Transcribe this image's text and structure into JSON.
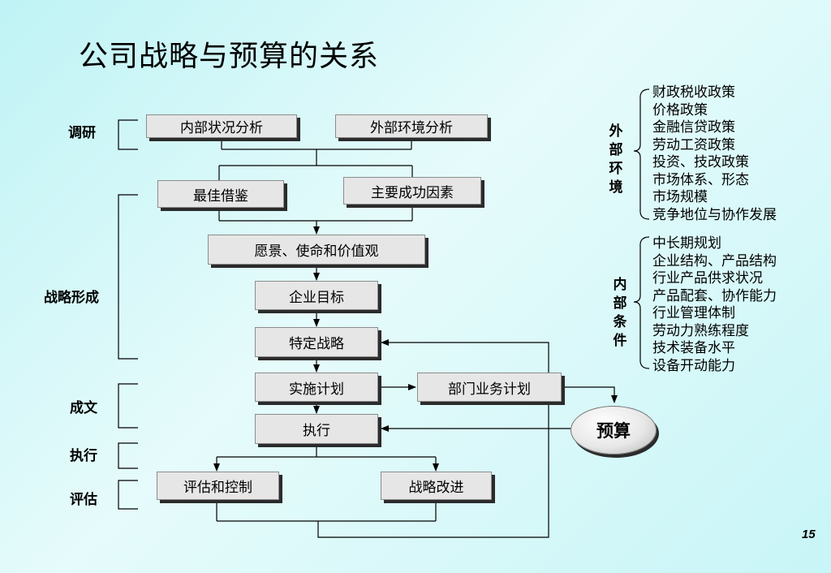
{
  "title": "公司战略与预算的关系",
  "stages": {
    "research": "调研",
    "formation": "战略形成",
    "writing": "成文",
    "execution": "执行",
    "evaluation": "评估"
  },
  "boxes": {
    "internal_analysis": "内部状况分析",
    "external_analysis": "外部环境分析",
    "best_practice": "最佳借鉴",
    "key_factors": "主要成功因素",
    "vision": "愿景、使命和价值观",
    "goals": "企业目标",
    "strategy": "特定战略",
    "plan": "实施计划",
    "dept_plan": "部门业务计划",
    "execute": "执行",
    "evaluate": "评估和控制",
    "improve": "战略改进",
    "budget": "预算"
  },
  "external": {
    "label": [
      "外",
      "部",
      "环",
      "境"
    ],
    "items": [
      "财政税收政策",
      "价格政策",
      "金融信贷政策",
      "劳动工资政策",
      "投资、技改政策",
      "市场体系、形态",
      "市场规模",
      "竞争地位与协作发展"
    ]
  },
  "internal": {
    "label": [
      "内",
      "部",
      "条",
      "件"
    ],
    "items": [
      "中长期规划",
      "企业结构、产品结构",
      "行业产品供求状况",
      "产品配套、协作能力",
      "行业管理体制",
      "劳动力熟练程度",
      "技术装备水平",
      "设备开动能力"
    ]
  },
  "page_number": "15"
}
